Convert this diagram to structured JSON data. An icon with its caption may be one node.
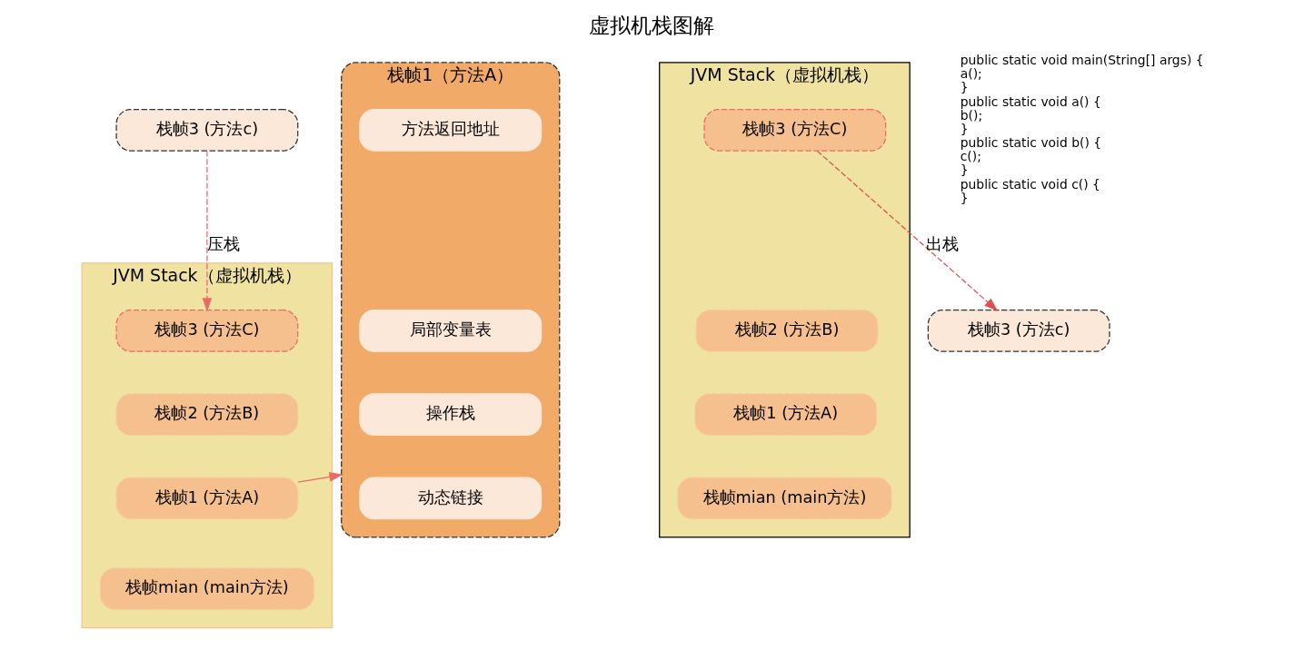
{
  "diagram": {
    "title": "虚拟机栈图解",
    "nodes": [
      {
        "text": [
          "栈帧3 (方法c)"
        ]
      },
      {
        "text": [
          "JVM Stack（虚拟机栈）"
        ]
      },
      {
        "text": [
          "栈帧3 (方法C)"
        ],
        "in": 1
      },
      {
        "text": [
          "栈帧2 (方法B)"
        ],
        "in": 1
      },
      {
        "text": [
          "栈帧1 (方法A)"
        ],
        "in": 1
      },
      {
        "text": [
          "栈帧mian (main方法)"
        ],
        "in": 1
      },
      {
        "text": [
          "栈帧1（方法A）"
        ]
      },
      {
        "text": [
          "方法返回地址"
        ],
        "in": 6
      },
      {
        "text": [
          "局部变量表"
        ],
        "in": 6
      },
      {
        "text": [
          "操作栈"
        ],
        "in": 6
      },
      {
        "text": [
          "动态链接"
        ],
        "in": 6
      },
      {
        "text": [
          "JVM Stack（虚拟机栈）"
        ]
      },
      {
        "text": [
          "栈帧3 (方法C)"
        ],
        "in": 11
      },
      {
        "text": [
          "栈帧2 (方法B)"
        ],
        "in": 11
      },
      {
        "text": [
          "栈帧1 (方法A)"
        ],
        "in": 11
      },
      {
        "text": [
          "栈帧mian (main方法)"
        ],
        "in": 11
      },
      {
        "text": [
          "栈帧3 (方法c)"
        ]
      }
    ],
    "edges": [
      {
        "from": 0,
        "to": 2,
        "arrow": "to",
        "label": "压栈",
        "style": "dashed",
        "color": "#ea6b66"
      },
      {
        "from": 4,
        "to": 6,
        "arrow": "to",
        "color": "#ea6b66"
      },
      {
        "from": 12,
        "to": 16,
        "arrow": "to",
        "label": "出栈",
        "style": "dashed",
        "color": "#e04f4f"
      }
    ],
    "labels": [
      "public static void main(String[] args) {",
      "a();",
      "}",
      "public static void a() {",
      "b();",
      "}",
      "public static void b() {",
      "c();",
      "}",
      "public static void c() {",
      "}"
    ]
  }
}
